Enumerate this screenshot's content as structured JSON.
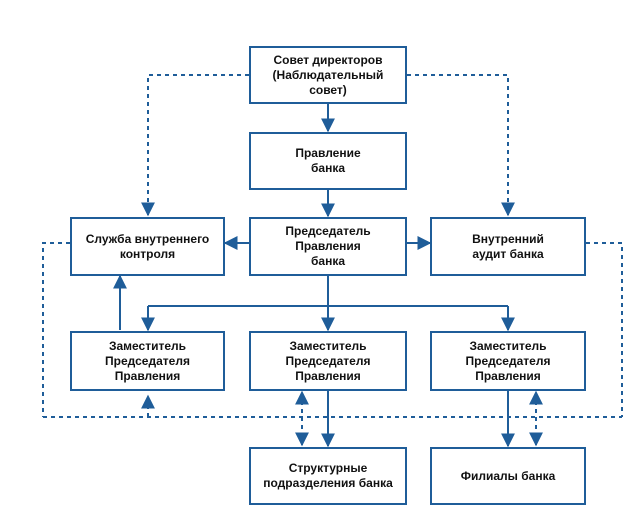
{
  "diagram": {
    "nodes": {
      "board": [
        "Совет директоров",
        "(Наблюдательный",
        "совет)"
      ],
      "management": [
        "Правление",
        "банка"
      ],
      "chairman": [
        "Председатель",
        "Правления",
        "банка"
      ],
      "internal_control": [
        "Служба внутреннего",
        "контроля"
      ],
      "internal_audit": [
        "Внутренний",
        "аудит банка"
      ],
      "deputy_left": [
        "Заместитель",
        "Председателя",
        "Правления"
      ],
      "deputy_center": [
        "Заместитель",
        "Председателя",
        "Правления"
      ],
      "deputy_right": [
        "Заместитель",
        "Председателя",
        "Правления"
      ],
      "structural_divisions": [
        "Структурные",
        "подразделения банка"
      ],
      "branches": [
        "Филиалы банка"
      ]
    },
    "colors": {
      "box_border": "#1f5d99",
      "line": "#1f5d99",
      "text": "#111111"
    }
  }
}
